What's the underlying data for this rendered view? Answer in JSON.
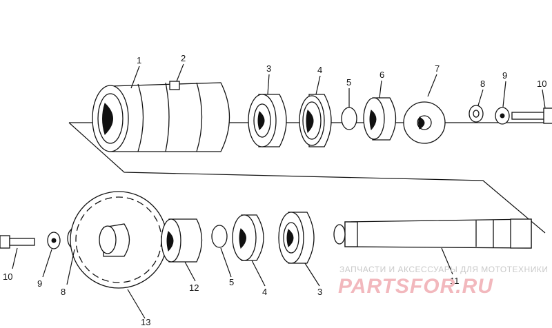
{
  "labels_top": [
    "1",
    "2",
    "3",
    "4",
    "5",
    "6",
    "7",
    "8",
    "9",
    "10"
  ],
  "labels_bottom": [
    "10",
    "9",
    "8",
    "13",
    "12",
    "5",
    "4",
    "3",
    "11"
  ],
  "watermark": {
    "line1": "ЗАПЧАСТИ И АКСЕССУАРЫ ДЛЯ МОТОТЕХНИКИ",
    "line2": "PARTSFOR.RU"
  }
}
